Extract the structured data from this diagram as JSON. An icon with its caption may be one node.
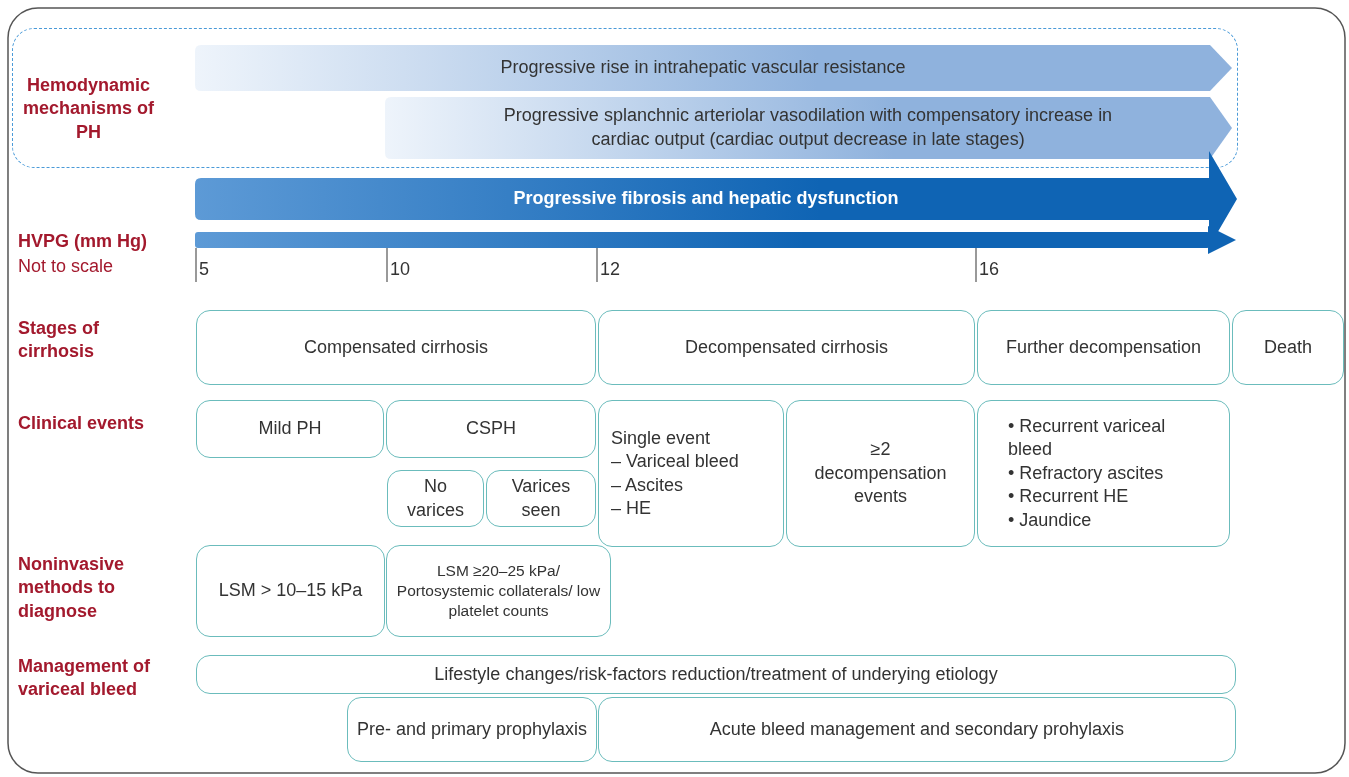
{
  "diagram": {
    "nodes": [
      {
        "text": [
          "Hemodynamic mechanisms of PH"
        ]
      },
      {
        "text": [
          "Progressive rise in intrahepatic vascular resistance"
        ],
        "in": 0
      },
      {
        "text": [
          "Progressive splanchnic arteriolar vasodilation with compensatory increase in cardiac output (cardiac output decrease in late stages)"
        ],
        "in": 0
      },
      {
        "text": [
          "Progressive fibrosis and hepatic dysfunction"
        ]
      },
      {
        "text": [
          "Compensated cirrhosis"
        ]
      },
      {
        "text": [
          "Decompensated cirrhosis"
        ]
      },
      {
        "text": [
          "Further decompensation"
        ]
      },
      {
        "text": [
          "Death"
        ]
      },
      {
        "text": [
          "Mild PH"
        ]
      },
      {
        "text": [
          "CSPH"
        ]
      },
      {
        "text": [
          "No varices"
        ]
      },
      {
        "text": [
          "Varices seen"
        ]
      },
      {
        "text": [
          "Single event",
          "– Variceal bleed",
          "– Ascites",
          "– HE"
        ]
      },
      {
        "text": [
          "≥2 decompensation events"
        ]
      },
      {
        "text": [
          "• Recurrent variceal bleed",
          "• Refractory ascites",
          "• Recurrent HE",
          "• Jaundice"
        ]
      },
      {
        "text": [
          "LSM > 10–15 kPa"
        ]
      },
      {
        "text": [
          "LSM ≥20–25 kPa/ Portosystemic collaterals/ low platelet counts"
        ]
      },
      {
        "text": [
          "Lifestyle changes/risk-factors reduction/treatment of underying etiology"
        ]
      },
      {
        "text": [
          "Pre- and primary prophylaxis"
        ]
      },
      {
        "text": [
          "Acute bleed management and secondary prohylaxis"
        ]
      }
    ],
    "labels": [
      "HVPG (mm Hg)",
      "Not to scale",
      "5",
      "10",
      "12",
      "16",
      "Stages of cirrhosis",
      "Clinical events",
      "Noninvasive methods to diagnose",
      "Management of variceal bleed"
    ]
  }
}
